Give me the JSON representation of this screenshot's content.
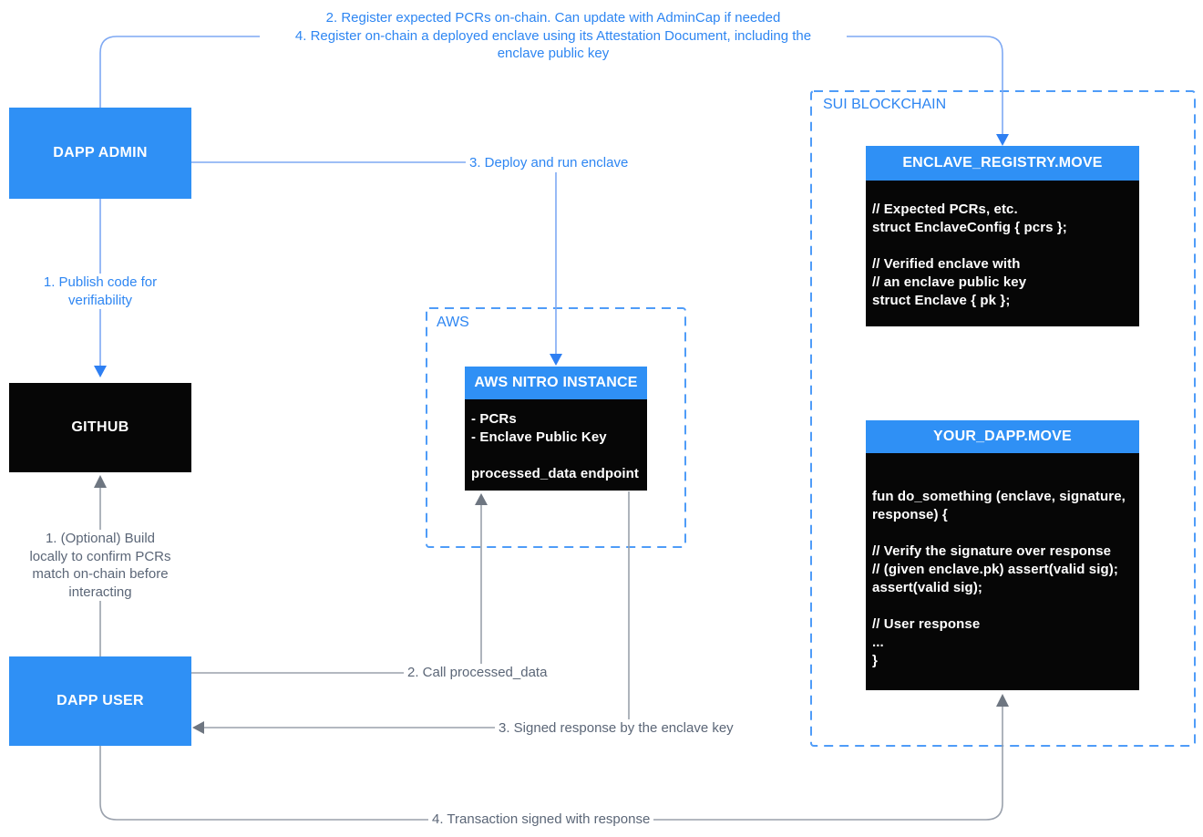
{
  "colors": {
    "accent_blue": "#2F90F5",
    "label_blue": "#2E86F2",
    "line_blue": "#7FA9F3",
    "arrow_blue": "#2E7FF2",
    "line_gray": "#9AA1AC",
    "arrow_gray": "#6E7681",
    "text_gray": "#5B6677",
    "zone_border_blue": "#4F9CF8",
    "box_black": "#060606"
  },
  "nodes": {
    "dapp_admin": {
      "label": "DAPP ADMIN"
    },
    "github": {
      "label": "GITHUB"
    },
    "dapp_user": {
      "label": "DAPP USER"
    }
  },
  "zones": {
    "aws": {
      "label": "AWS",
      "nitro": {
        "title": "AWS NITRO INSTANCE",
        "lines": [
          "- PCRs",
          "- Enclave Public Key",
          "",
          "processed_data endpoint"
        ]
      }
    },
    "sui": {
      "label": "SUI BLOCKCHAIN",
      "registry": {
        "title": "ENCLAVE_REGISTRY.MOVE",
        "lines": [
          "// Expected PCRs, etc.",
          "struct EnclaveConfig { pcrs };",
          "",
          "// Verified enclave with",
          "// an enclave public key",
          "struct Enclave { pk };"
        ]
      },
      "your_dapp": {
        "title": "YOUR_DAPP.MOVE",
        "lines": [
          "fun do_something (enclave, signature,",
          "response) {",
          "",
          "// Verify the signature over response",
          "// (given enclave.pk) assert(valid sig);",
          "assert(valid sig);",
          "",
          "// User response",
          "...",
          "}"
        ]
      }
    }
  },
  "edges": {
    "register": {
      "lines": [
        "2. Register expected PCRs on-chain. Can update with AdminCap if needed",
        "4. Register on-chain a deployed enclave using its Attestation Document, including the",
        "enclave public key"
      ]
    },
    "deploy": {
      "label": "3. Deploy and run enclave"
    },
    "publish": {
      "lines": [
        "1. Publish code for",
        "verifiability"
      ]
    },
    "optional_build": {
      "lines": [
        "1. (Optional) Build",
        "locally to confirm PCRs",
        "match on-chain before",
        "interacting"
      ]
    },
    "call": {
      "label": "2. Call processed_data"
    },
    "signed": {
      "label": "3. Signed response by the enclave key"
    },
    "txn": {
      "label": "4. Transaction signed with response"
    }
  }
}
